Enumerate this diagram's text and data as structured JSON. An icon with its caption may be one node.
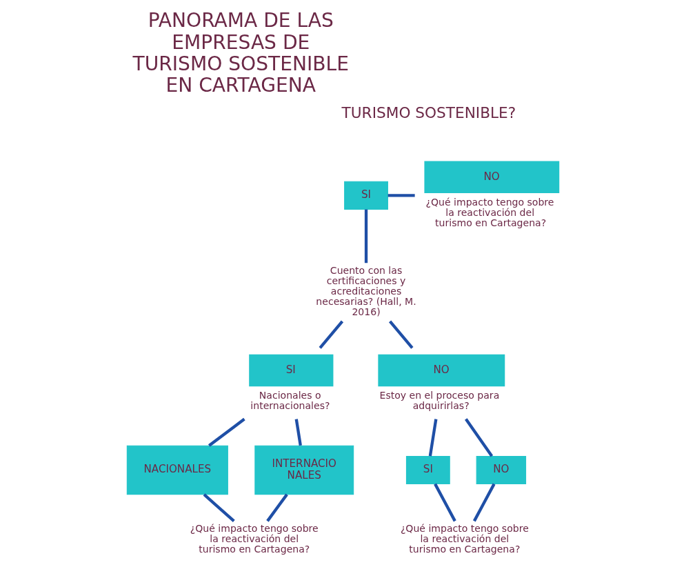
{
  "diagram": {
    "title": "PANORAMA DE LAS EMPRESAS DE TURISMO SOSTENIBLE EN CARTAGENA",
    "nodes": [
      {
        "text": [
          "TURISMO SOSTENIBLE?"
        ]
      },
      {
        "text": [
          "SI"
        ]
      },
      {
        "text": [
          "NO"
        ],
        "beside": [
          "¿Qué impacto tengo sobre la reactivación del turismo en Cartagena?"
        ]
      },
      {
        "text": [
          "Cuento con las certificaciones y acreditaciones necesarias? (Hall, M. 2016)"
        ]
      },
      {
        "text": [
          "SI"
        ],
        "beside": [
          "Nacionales o internacionales?"
        ]
      },
      {
        "text": [
          "NO"
        ],
        "beside": [
          "Estoy en el proceso para adquirirlas?"
        ]
      },
      {
        "text": [
          "NACIONALES"
        ]
      },
      {
        "text": [
          "INTERNACIO NALES"
        ]
      },
      {
        "text": [
          "¿Qué impacto tengo sobre la reactivación del turismo en Cartagena?"
        ]
      },
      {
        "text": [
          "SI"
        ]
      },
      {
        "text": [
          "NO"
        ]
      },
      {
        "text": [
          "¿Qué impacto tengo sobre la reactivación del turismo en Cartagena?"
        ]
      }
    ],
    "edges": [
      {
        "from": 1,
        "to": 2,
        "arrow": "none"
      },
      {
        "from": 1,
        "to": 3,
        "arrow": "none"
      },
      {
        "from": 3,
        "to": 4,
        "arrow": "none"
      },
      {
        "from": 3,
        "to": 5,
        "arrow": "none"
      },
      {
        "from": 4,
        "to": 6,
        "arrow": "none"
      },
      {
        "from": 4,
        "to": 7,
        "arrow": "none"
      },
      {
        "from": 6,
        "to": 8,
        "arrow": "none"
      },
      {
        "from": 7,
        "to": 8,
        "arrow": "none"
      },
      {
        "from": 5,
        "to": 9,
        "arrow": "none"
      },
      {
        "from": 5,
        "to": 10,
        "arrow": "none"
      },
      {
        "from": 9,
        "to": 11,
        "arrow": "none"
      },
      {
        "from": 10,
        "to": 11,
        "arrow": "none"
      }
    ]
  }
}
